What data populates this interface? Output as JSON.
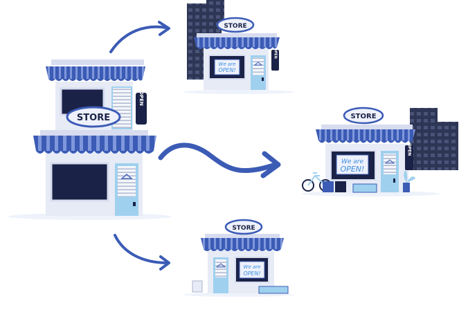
{
  "colors": {
    "primary_blue": "#3b5bb5",
    "dark_navy": "#1a2247",
    "building_navy": "#2e3656",
    "wall": "#e7ebf6",
    "wall_shadow": "#c9d0e8",
    "door_blue": "#9fd0ee",
    "sign_fill": "#eef1fb",
    "ground": "#eef2fb"
  },
  "scene": {
    "origin_store": {
      "sign_text": "STORE",
      "open_sign_text": "OPEN"
    },
    "store_top": {
      "sign_text": "STORE",
      "window_sign_text_line1": "We are",
      "window_sign_text_line2": "OPEN!",
      "open_sign_text": "OPEN"
    },
    "store_right": {
      "sign_text": "STORE",
      "window_sign_text_line1": "We are",
      "window_sign_text_line2": "OPEN!",
      "open_sign_text": "OPEN"
    },
    "store_bottom": {
      "sign_text": "STORE",
      "window_sign_text_line1": "We are",
      "window_sign_text_line2": "OPEN!"
    }
  }
}
